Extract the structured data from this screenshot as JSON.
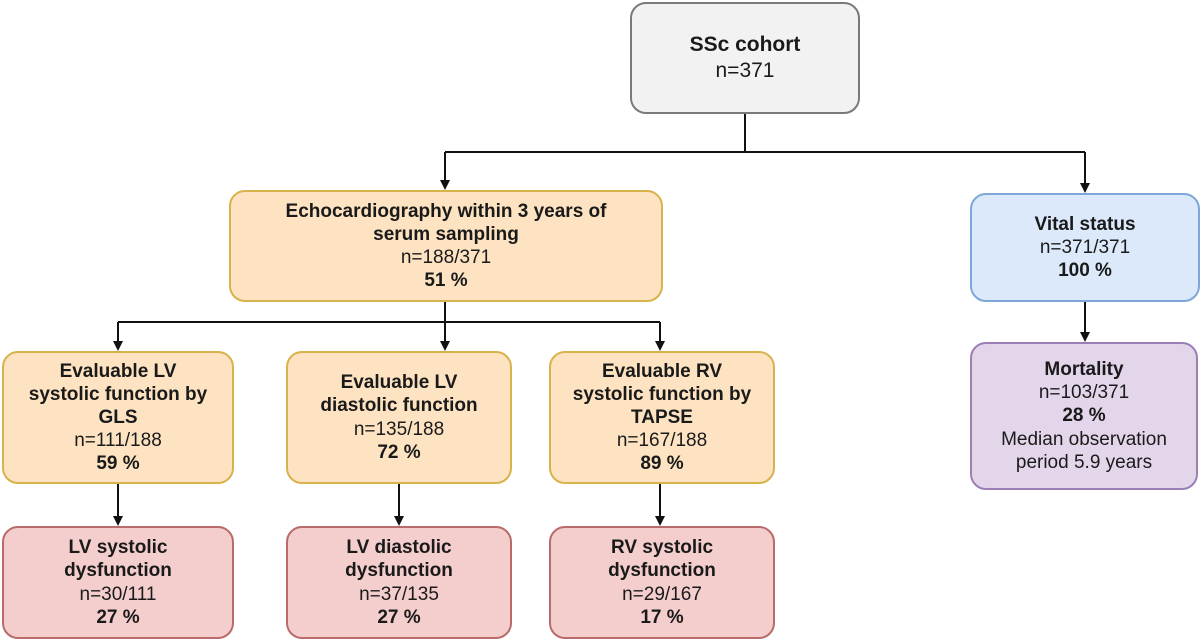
{
  "cohort": {
    "title": "SSc cohort",
    "n": "n=371"
  },
  "echo": {
    "title_line1": "Echocardiography within 3 years of",
    "title_line2": "serum sampling",
    "n": "n=188/371",
    "pct": "51 %"
  },
  "vital": {
    "title": "Vital status",
    "n": "n=371/371",
    "pct": "100 %"
  },
  "mortality": {
    "title": "Mortality",
    "n": "n=103/371",
    "pct": "28 %",
    "note_line1": "Median observation",
    "note_line2": "period 5.9 years"
  },
  "lv_gls": {
    "title_line1": "Evaluable LV",
    "title_line2": "systolic function by",
    "title_line3": "GLS",
    "n": "n=111/188",
    "pct": "59 %"
  },
  "lv_diastolic": {
    "title_line1": "Evaluable LV",
    "title_line2": "diastolic function",
    "n": "n=135/188",
    "pct": "72 %"
  },
  "rv_tapse": {
    "title_line1": "Evaluable RV",
    "title_line2": "systolic function by",
    "title_line3": "TAPSE",
    "n": "n=167/188",
    "pct": "89 %"
  },
  "lv_sys_dys": {
    "title_line1": "LV systolic",
    "title_line2": "dysfunction",
    "n": "n=30/111",
    "pct": "27 %"
  },
  "lv_dia_dys": {
    "title_line1": "LV diastolic",
    "title_line2": "dysfunction",
    "n": "n=37/135",
    "pct": "27 %"
  },
  "rv_sys_dys": {
    "title_line1": "RV systolic",
    "title_line2": "dysfunction",
    "n": "n=29/167",
    "pct": "17 %"
  }
}
